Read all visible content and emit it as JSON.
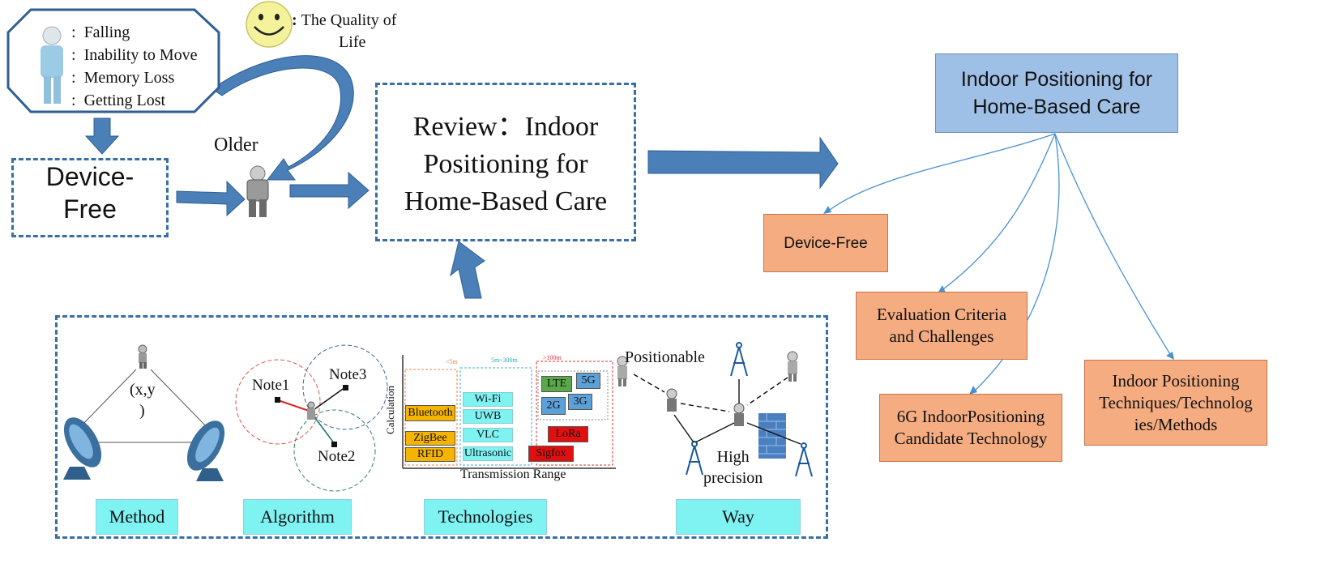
{
  "colors": {
    "arrow_blue": "#4a7fb8",
    "dash_blue": "#3a6fa6",
    "header_fill": "#9fc0e6",
    "orange": "#f4ac80",
    "teal": "#7ff2f2"
  },
  "problems": {
    "items": [
      "Falling",
      "Inability to Move",
      "Memory Loss",
      "Getting Lost"
    ]
  },
  "quality": {
    "line1": "The Quality of",
    "line2": "Life"
  },
  "older_label": "Older",
  "device_free_box": {
    "line1": "Device-",
    "line2": "Free"
  },
  "review_box": {
    "line1": "Review：Indoor",
    "line2": "Positioning for",
    "line3": "Home-Based Care"
  },
  "tree": {
    "root_line1": "Indoor Positioning for",
    "root_line2": "Home-Based Care",
    "children": [
      {
        "line1": "Device-Free",
        "line2": ""
      },
      {
        "line1": "Evaluation Criteria",
        "line2": "and Challenges"
      },
      {
        "line1": "6G IndoorPositioning",
        "line2": "Candidate Technology"
      },
      {
        "line1": "Indoor Positioning",
        "line2": "Techniques/Technolog",
        "line3": "ies/Methods"
      }
    ]
  },
  "bottom": {
    "labels": {
      "method": "Method",
      "algorithm": "Algorithm",
      "technologies": "Technologies",
      "way": "Way"
    },
    "method": {
      "coord1": "(x,y",
      "coord2": ")"
    },
    "algorithm": {
      "node1": "Note1",
      "node2": "Note2",
      "node3": "Note3"
    },
    "tech": {
      "y_label": "Calculation",
      "x_label": "Transmission Range",
      "range1": "<5m",
      "range2": "5m~300m",
      "range3": ">100m",
      "short": [
        "Bluetooth",
        "ZigBee",
        "RFID"
      ],
      "mid": [
        "Wi-Fi",
        "UWB",
        "VLC",
        "Ultrasonic"
      ],
      "long": [
        "LTE",
        "5G",
        "2G",
        "3G",
        "LoRa",
        "Sigfox"
      ]
    },
    "way": {
      "positionable": "Positionable",
      "high1": "High",
      "high2": "precision"
    }
  }
}
